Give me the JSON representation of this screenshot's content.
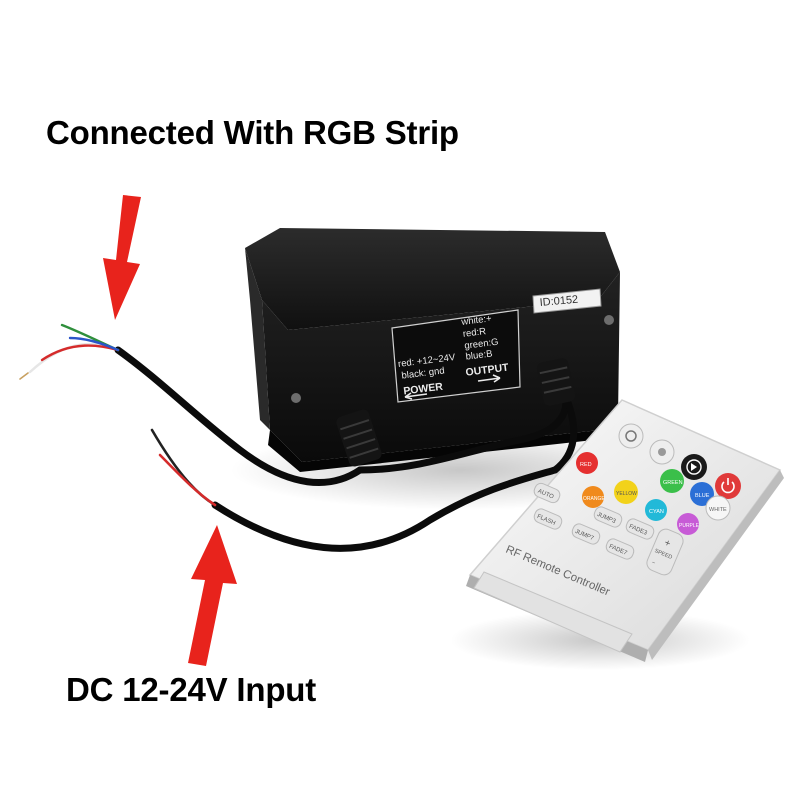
{
  "captions": {
    "top": "Connected With RGB Strip",
    "bottom": "DC 12-24V Input"
  },
  "controller": {
    "id_sticker": "ID:0152",
    "power_label": {
      "line1": "red: +12~24V",
      "line2": "black: gnd",
      "title": "POWER"
    },
    "output_label": {
      "line1": "white:+",
      "line2": "red:R",
      "line3": "green:G",
      "line4": "blue:B",
      "title": "OUTPUT"
    }
  },
  "remote": {
    "title": "RF Remote Controller",
    "buttons": {
      "red": "RED",
      "green": "GREEN",
      "orange": "ORANGE",
      "yellow": "YELLOW",
      "blue": "BLUE",
      "white": "WHITE",
      "cyan": "CYAN",
      "purple": "PURPLE",
      "auto": "AUTO",
      "jump3": "JUMP3",
      "jump7": "JUMP7",
      "fade3": "FADE3",
      "fade7": "FADE7",
      "flash": "FLASH",
      "speed_plus": "+",
      "speed_minus": "−",
      "speed": "SPEED"
    }
  },
  "colors": {
    "arrow": "#e8231c",
    "housing": "#141414",
    "remote_body": "#f2f2f2"
  },
  "icons": [
    "down-arrow-icon",
    "up-arrow-icon",
    "power-icon",
    "play-pause-icon",
    "brightness-icon"
  ]
}
